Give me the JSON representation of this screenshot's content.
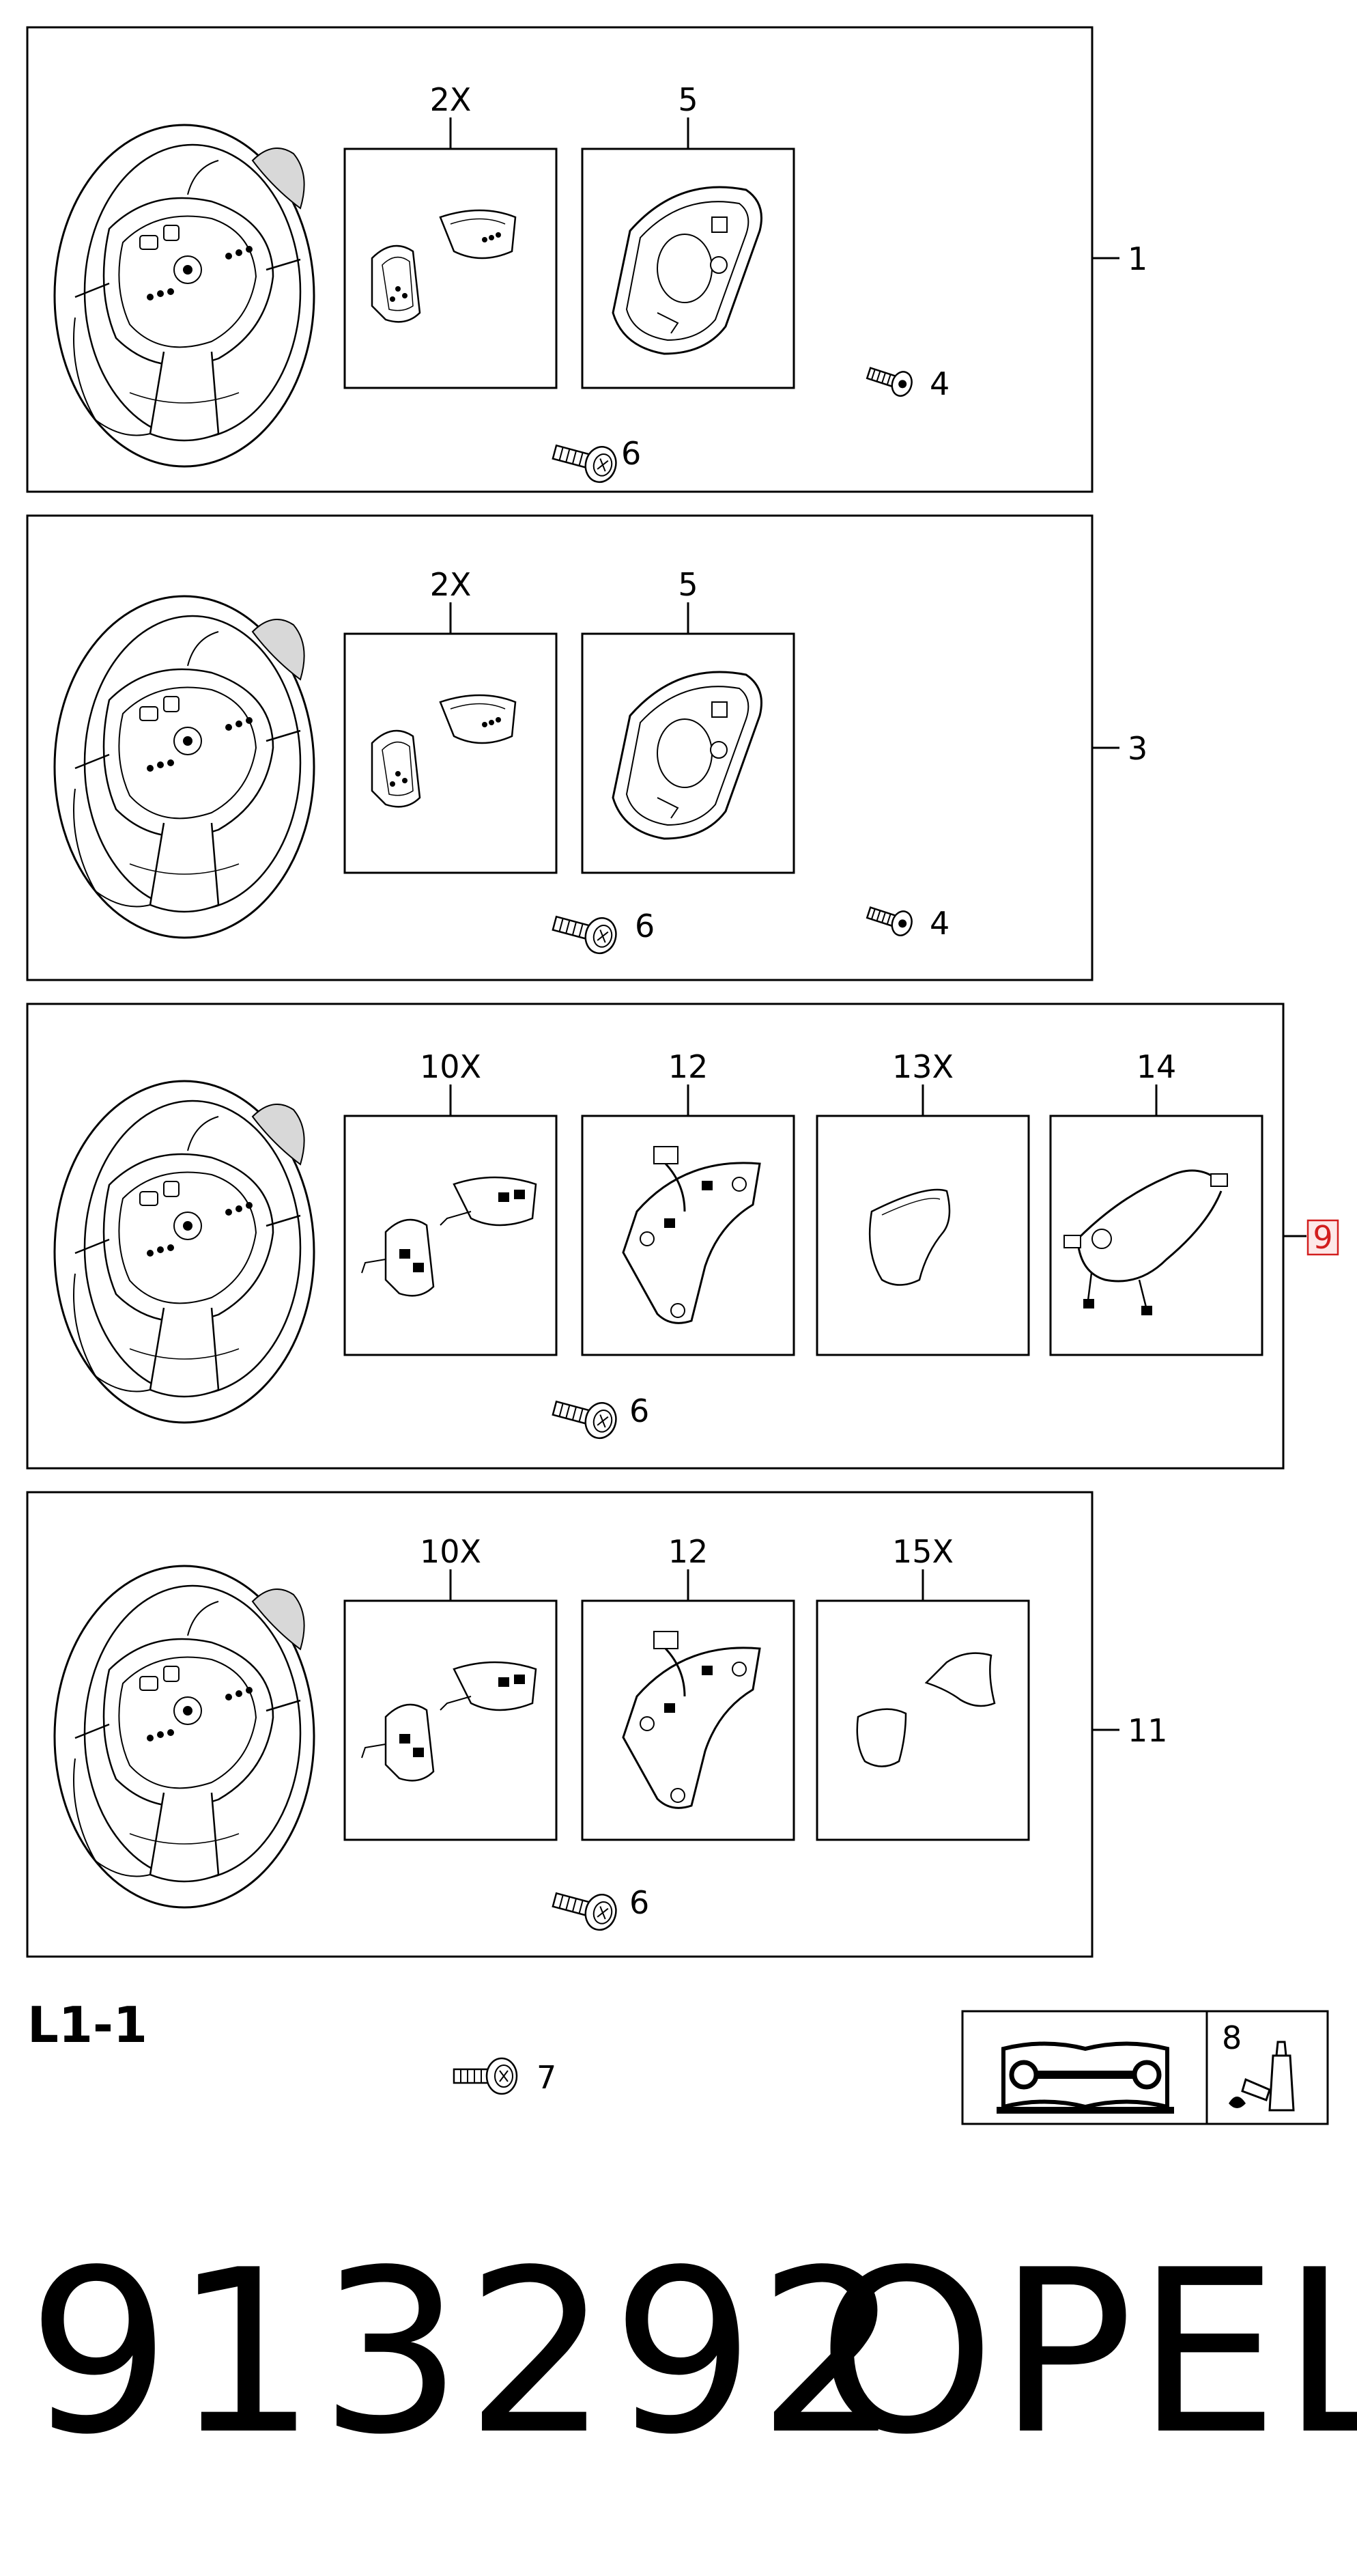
{
  "panels": [
    {
      "id": "panel-1",
      "callout": "1",
      "highlighted": false,
      "boxes": [
        {
          "label": "2X",
          "content": "switch-caps-basic"
        },
        {
          "label": "5",
          "content": "control-plate"
        }
      ],
      "screws": [
        {
          "label": "4",
          "screw": "short-screw"
        },
        {
          "label": "6",
          "screw": "torx-bolt"
        }
      ]
    },
    {
      "id": "panel-3",
      "callout": "3",
      "highlighted": false,
      "boxes": [
        {
          "label": "2X",
          "content": "switch-caps-basic"
        },
        {
          "label": "5",
          "content": "control-plate"
        }
      ],
      "screws": [
        {
          "label": "6",
          "screw": "torx-bolt"
        },
        {
          "label": "4",
          "screw": "short-screw"
        }
      ]
    },
    {
      "id": "panel-9",
      "callout": "9",
      "highlighted": true,
      "boxes": [
        {
          "label": "10X",
          "content": "switch-caps-wired"
        },
        {
          "label": "12",
          "content": "switch-plate"
        },
        {
          "label": "13X",
          "content": "spoke-cover"
        },
        {
          "label": "14",
          "content": "wiring-harness"
        }
      ],
      "screws": [
        {
          "label": "6",
          "screw": "torx-bolt"
        }
      ]
    },
    {
      "id": "panel-11",
      "callout": "11",
      "highlighted": false,
      "boxes": [
        {
          "label": "10X",
          "content": "switch-caps-wired"
        },
        {
          "label": "12",
          "content": "switch-plate"
        },
        {
          "label": "15X",
          "content": "spoke-covers-pair"
        }
      ],
      "screws": [
        {
          "label": "6",
          "screw": "torx-bolt"
        }
      ]
    }
  ],
  "section_label": "L1-1",
  "extra_screw": {
    "label": "7"
  },
  "legend": {
    "item_label": "8"
  },
  "part_code": "913292",
  "brand": "OPEL",
  "colors": {
    "line": "#000000",
    "highlight": "#d21e1e",
    "highlight_fill": "#fde8e8",
    "wheel_shade": "#d8d8d8"
  }
}
